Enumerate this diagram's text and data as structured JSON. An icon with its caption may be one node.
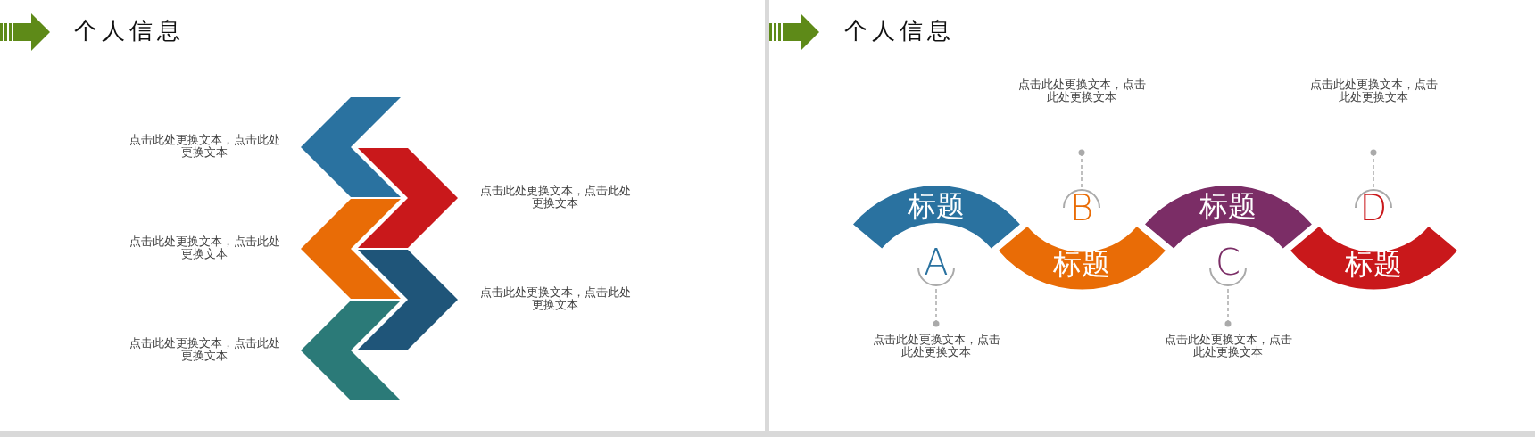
{
  "diagram": {
    "nodes": [
      {
        "text": [],
        "shape": "chevron",
        "beside": [
          "点击此处更换文本，点击此处更换文本"
        ]
      },
      {
        "text": [],
        "shape": "chevron",
        "beside": [
          "点击此处更换文本，点击此处更换文本"
        ]
      },
      {
        "text": [],
        "shape": "chevron",
        "beside": [
          "点击此处更换文本，点击此处更换文本"
        ]
      },
      {
        "text": [],
        "shape": "chevron",
        "beside": [
          "点击此处更换文本，点击此处更换文本"
        ]
      },
      {
        "text": [],
        "shape": "chevron",
        "beside": [
          "点击此处更换文本，点击此处更换文本"
        ]
      },
      {
        "text": [
          "标题"
        ]
      },
      {
        "text": [
          "A"
        ]
      },
      {
        "text": [
          "点击此处更换文本，点击此处更换文本"
        ]
      },
      {
        "text": [
          "点击此处更换文本，点击此处更换文本"
        ]
      },
      {
        "text": [
          "B"
        ]
      },
      {
        "text": [
          "标题"
        ]
      },
      {
        "text": [
          "标题"
        ]
      },
      {
        "text": [
          "C"
        ]
      },
      {
        "text": [
          "点击此处更换文本，点击此处更换文本"
        ]
      },
      {
        "text": [
          "点击此处更换文本，点击此处更换文本"
        ]
      },
      {
        "text": [
          "D"
        ]
      },
      {
        "text": [
          "标题"
        ]
      }
    ],
    "edges": [
      {
        "from": 7,
        "to": 6,
        "arrow": "other",
        "style": "dashed"
      },
      {
        "from": 8,
        "to": 9,
        "arrow": "other",
        "style": "dashed"
      },
      {
        "from": 13,
        "to": 12,
        "arrow": "other",
        "style": "dashed"
      },
      {
        "from": 14,
        "to": 15,
        "arrow": "other",
        "style": "dashed"
      }
    ],
    "labels": [
      "个人信息",
      "个人信息"
    ]
  }
}
